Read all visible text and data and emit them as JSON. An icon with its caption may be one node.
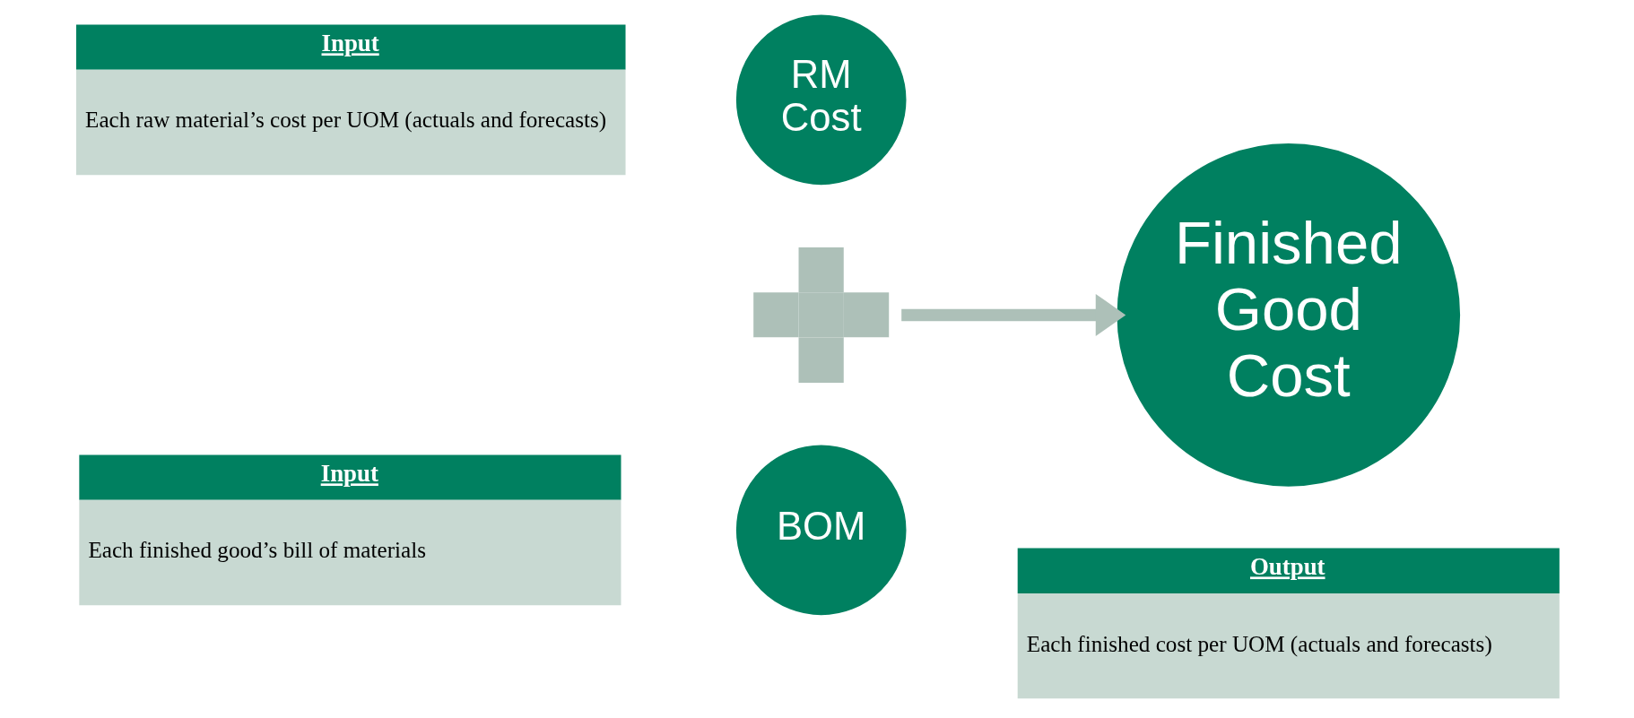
{
  "diagram": {
    "nodes": [
      {
        "text": [
          "Input",
          "Each raw material’s cost per UOM (actuals and forecasts)"
        ]
      },
      {
        "text": [
          "RM Cost"
        ]
      },
      {
        "text": [],
        "shape": "plus"
      },
      {
        "text": [
          "Input",
          "Each finished good’s bill of materials"
        ]
      },
      {
        "text": [
          "BOM"
        ]
      },
      {
        "text": [
          "Output",
          "Each finished cost per UOM (actuals and forecasts)"
        ]
      },
      {
        "text": [
          "Finished Good Cost"
        ]
      }
    ],
    "edges": [
      {
        "from": 2,
        "to": 6,
        "arrow": "to"
      }
    ]
  }
}
